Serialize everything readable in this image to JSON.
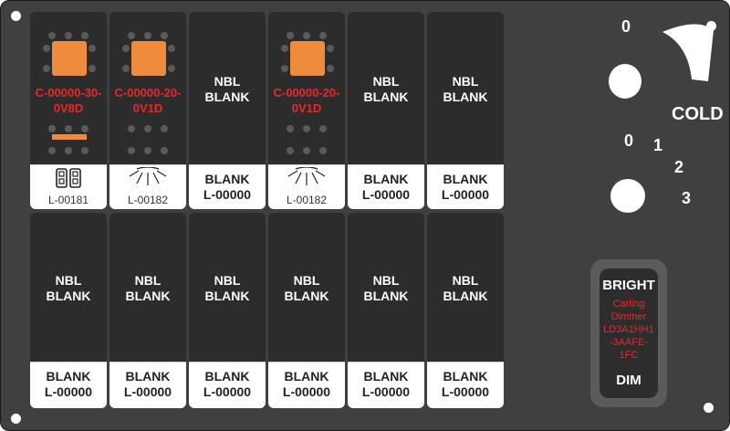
{
  "switches_top": [
    {
      "id": "1",
      "type": "lit",
      "text": "C-00000-30-\n0V8D",
      "bar": true,
      "label_icon": "dual-rocker-icon",
      "label_code": "L-00181"
    },
    {
      "id": "2",
      "type": "lit",
      "text": "C-00000-20-\n0V1D",
      "bar": false,
      "label_icon": "light-rays-icon",
      "label_code": "L-00182"
    },
    {
      "id": "3",
      "type": "blank",
      "text": "NBL\nBLANK",
      "label_text": "BLANK\nL-00000"
    },
    {
      "id": "4",
      "type": "lit",
      "text": "C-00000-20-\n0V1D",
      "bar": false,
      "label_icon": "light-rays-icon",
      "label_code": "L-00182"
    },
    {
      "id": "5",
      "type": "blank",
      "text": "NBL\nBLANK",
      "label_text": "BLANK\nL-00000"
    },
    {
      "id": "6",
      "type": "blank",
      "text": "NBL\nBLANK",
      "label_text": "BLANK\nL-00000"
    }
  ],
  "switches_bottom": [
    {
      "id": "7",
      "text": "NBL\nBLANK",
      "label_text": "BLANK\nL-00000"
    },
    {
      "id": "8",
      "text": "NBL\nBLANK",
      "label_text": "BLANK\nL-00000"
    },
    {
      "id": "9",
      "text": "NBL\nBLANK",
      "label_text": "BLANK\nL-00000"
    },
    {
      "id": "10",
      "text": "NBL\nBLANK",
      "label_text": "BLANK\nL-00000"
    },
    {
      "id": "11",
      "text": "NBL\nBLANK",
      "label_text": "BLANK\nL-00000"
    },
    {
      "id": "12",
      "text": "NBL\nBLANK",
      "label_text": "BLANK\nL-00000"
    }
  ],
  "temp_knob": {
    "zero": "0",
    "cold": "COLD"
  },
  "fan_knob": {
    "zero": "0",
    "one": "1",
    "two": "2",
    "three": "3"
  },
  "dimmer": {
    "top": "BRIGHT",
    "text": "Carling\nDimmer\nLD3A1HH1\n-3AAFE-\n1FC",
    "bottom": "DIM"
  },
  "colors": {
    "panel": "#404040",
    "switch": "#2c2c2c",
    "lens": "#f08a3c",
    "part_red": "#e8282a",
    "label": "#ffffff"
  }
}
